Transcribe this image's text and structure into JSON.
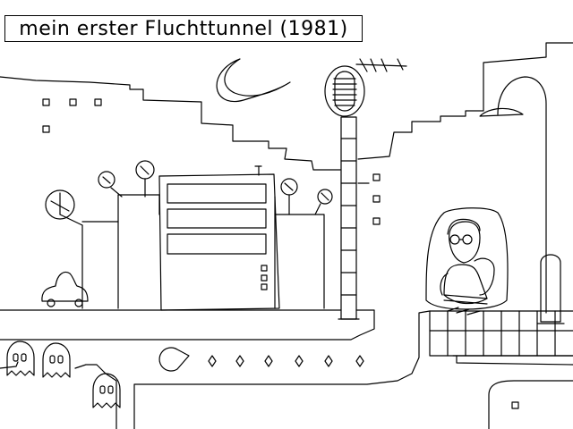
{
  "title": "mein erster Fluchttunnel (1981)",
  "colors": {
    "ink": "#000000",
    "paper": "#ffffff"
  },
  "counts": {
    "ghosts": 3,
    "dots": 6
  },
  "icons": [
    "moon-icon",
    "antenna-icon",
    "street-lamp-icon",
    "pacman-icon",
    "ghost-icon",
    "tree-icon",
    "car-icon",
    "pellet-icon"
  ]
}
